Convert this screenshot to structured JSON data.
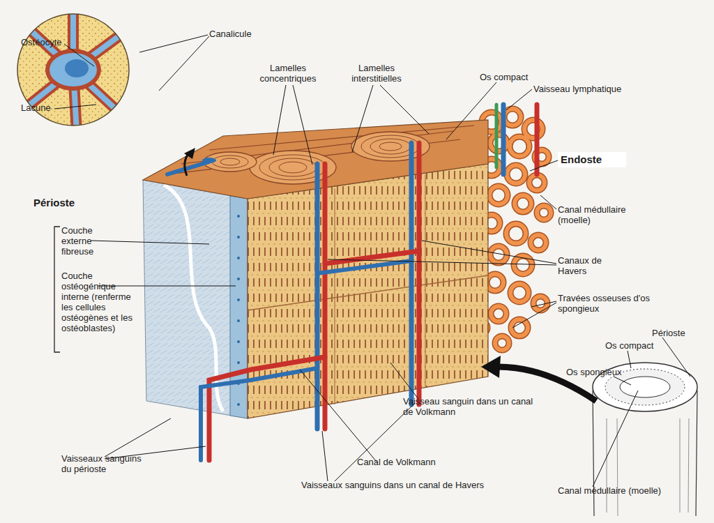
{
  "diagram": {
    "labels": [
      "Ostéocyte",
      "Canalicule",
      "Lacune",
      "Lamelles concentriques",
      "Lamelles interstitielles",
      "Os compact",
      "Vaisseau lymphatique",
      "Endoste",
      "Périoste",
      "Couche externe fibreuse",
      "Couche ostéogénique interne (renferme les cellules ostéogènes et les ostéoblastes)",
      "Canal médullaire (moelle)",
      "Canaux de Havers",
      "Travées osseuses d'os spongieux",
      "Périoste",
      "Os compact",
      "Os spongieux",
      "Canal médullaire (moelle)",
      "Vaisseau sanguin dans un canal de Volkmann",
      "Canal de Volkmann",
      "Vaisseaux sanguins dans un canal de Havers",
      "Vaisseaux sanguins du périoste"
    ]
  }
}
